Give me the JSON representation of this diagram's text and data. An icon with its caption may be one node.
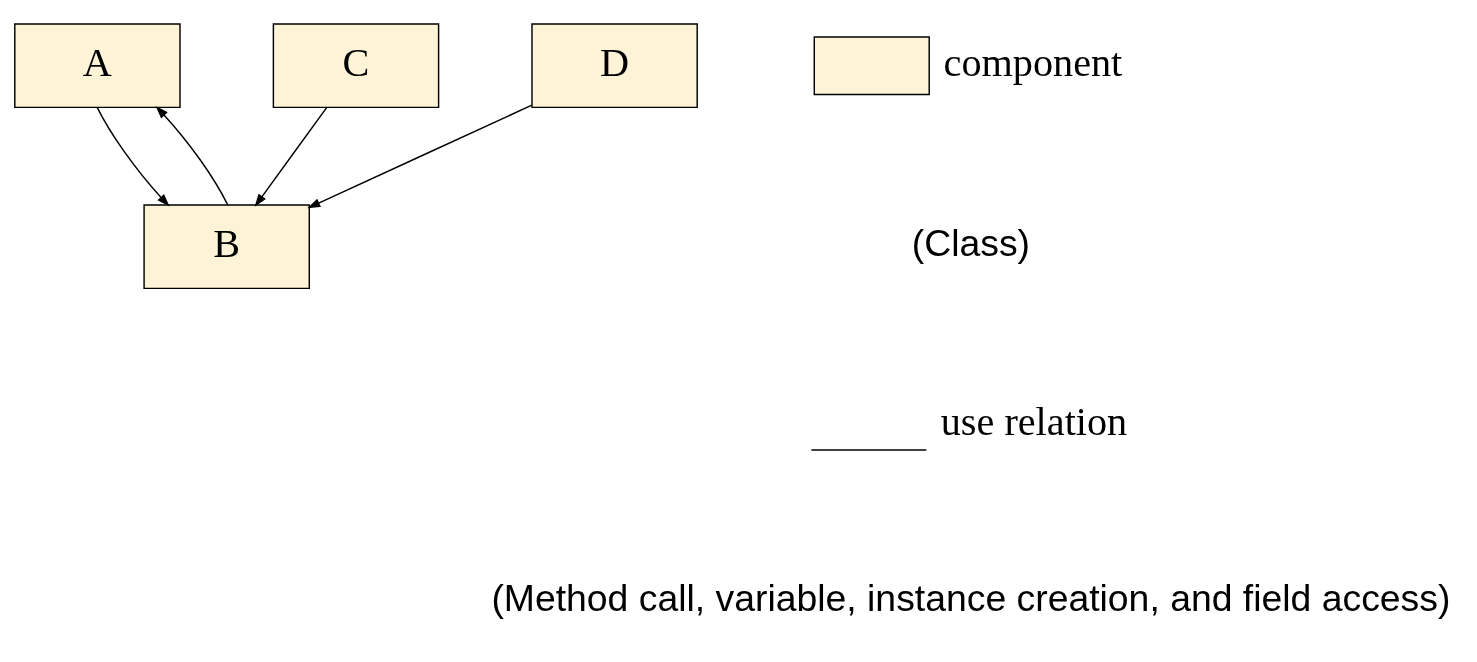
{
  "diagram": {
    "nodes": [
      {
        "text": [
          "A"
        ]
      },
      {
        "text": [
          "B"
        ]
      },
      {
        "text": [
          "C"
        ]
      },
      {
        "text": [
          "D"
        ]
      }
    ],
    "edges": [
      {
        "from": 1,
        "to": 0,
        "arrow": "to"
      },
      {
        "from": 0,
        "to": 1,
        "arrow": "to"
      },
      {
        "from": 2,
        "to": 1,
        "arrow": "to"
      },
      {
        "from": 3,
        "to": 1,
        "arrow": "to"
      }
    ],
    "labels": [
      "(Class)",
      "(Method call, variable, instance creation, and field access)"
    ],
    "legend": [
      {
        "text": "component",
        "color": "#fdf3d6"
      },
      {
        "text": "use relation"
      }
    ]
  }
}
